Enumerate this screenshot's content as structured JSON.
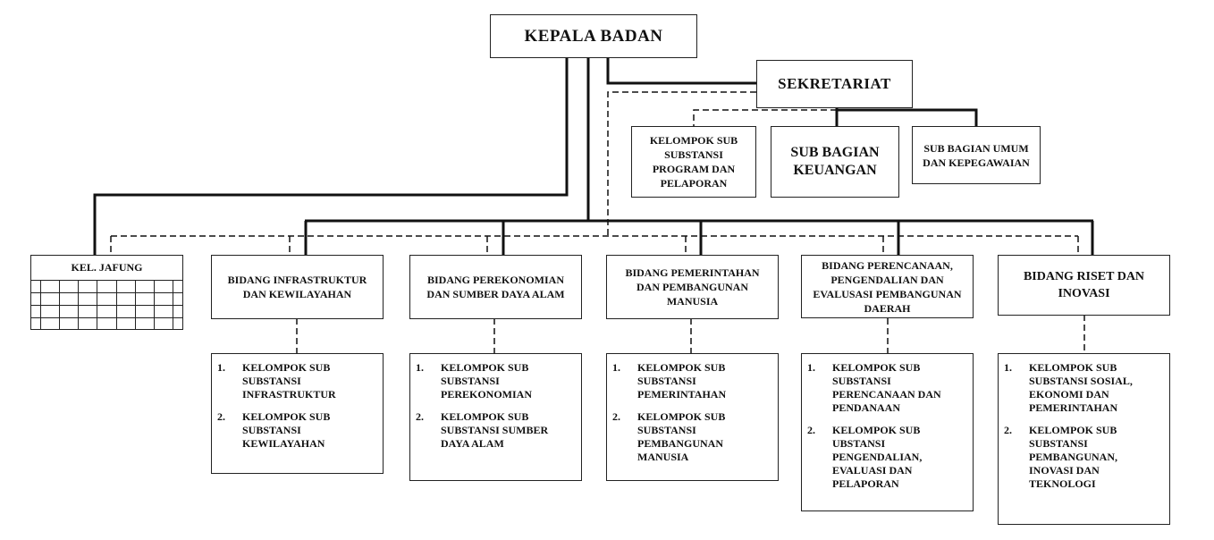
{
  "head": "KEPALA BADAN",
  "secretariat": "SEKRETARIAT",
  "sub_units": [
    "KELOMPOK SUB SUBSTANSI PROGRAM DAN PELAPORAN",
    "SUB BAGIAN KEUANGAN",
    "SUB BAGIAN UMUM DAN KEPEGAWAIAN"
  ],
  "jafung": "KEL. JAFUNG",
  "bidang": [
    {
      "title": "BIDANG INFRASTRUKTUR DAN KEWILAYAHAN",
      "groups": [
        {
          "n": "1.",
          "t": "KELOMPOK SUB SUBSTANSI INFRASTRUKTUR"
        },
        {
          "n": "2.",
          "t": "KELOMPOK SUB SUBSTANSI KEWILAYAHAN"
        }
      ]
    },
    {
      "title": "BIDANG PEREKONOMIAN DAN SUMBER DAYA ALAM",
      "groups": [
        {
          "n": "1.",
          "t": "KELOMPOK SUB SUBSTANSI PEREKONOMIAN"
        },
        {
          "n": "2.",
          "t": "KELOMPOK SUB SUBSTANSI SUMBER DAYA ALAM"
        }
      ]
    },
    {
      "title": "BIDANG PEMERINTAHAN DAN PEMBANGUNAN MANUSIA",
      "groups": [
        {
          "n": "1.",
          "t": "KELOMPOK SUB SUBSTANSI PEMERINTAHAN"
        },
        {
          "n": "2.",
          "t": "KELOMPOK SUB SUBSTANSI PEMBANGUNAN MANUSIA"
        }
      ]
    },
    {
      "title": "BIDANG PERENCANAAN, PENGENDALIAN DAN EVALUSASI PEMBANGUNAN DAERAH",
      "groups": [
        {
          "n": "1.",
          "t": "KELOMPOK SUB SUBSTANSI PERENCANAAN DAN PENDANAAN"
        },
        {
          "n": "2.",
          "t": "KELOMPOK SUB UBSTANSI PENGENDALIAN, EVALUASI DAN PELAPORAN"
        }
      ]
    },
    {
      "title": "BIDANG RISET DAN INOVASI",
      "groups": [
        {
          "n": "1.",
          "t": "KELOMPOK SUB SUBSTANSI SOSIAL, EKONOMI DAN PEMERINTAHAN"
        },
        {
          "n": "2.",
          "t": "KELOMPOK SUB SUBSTANSI PEMBANGUNAN, INOVASI DAN TEKNOLOGI"
        }
      ]
    }
  ]
}
